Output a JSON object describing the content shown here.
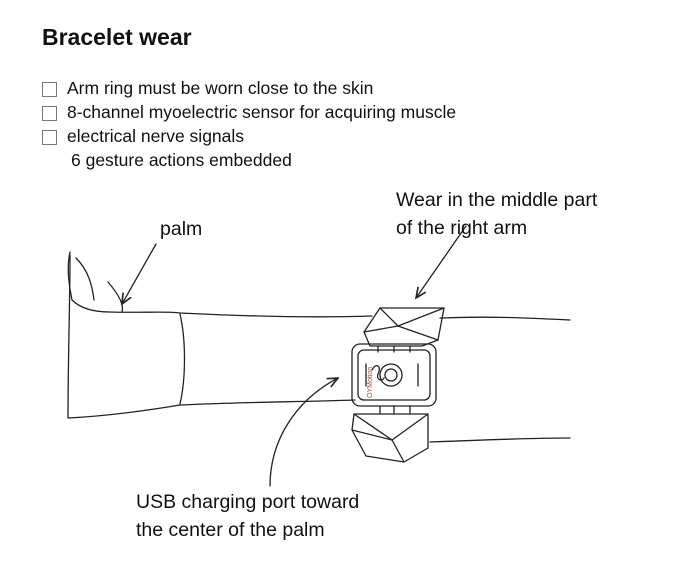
{
  "title": "Bracelet wear",
  "features": [
    "Arm ring must be worn close to the skin",
    "8-channel myoelectric sensor for acquiring muscle",
    "electrical nerve signals",
    "6 gesture actions embedded"
  ],
  "callouts": {
    "palm": "palm",
    "wear_line1": "Wear in the middle part",
    "wear_line2": "of the right arm",
    "usb_line1": "USB charging port toward",
    "usb_line2": "the center of the palm"
  },
  "device_brand": "OYMotion"
}
